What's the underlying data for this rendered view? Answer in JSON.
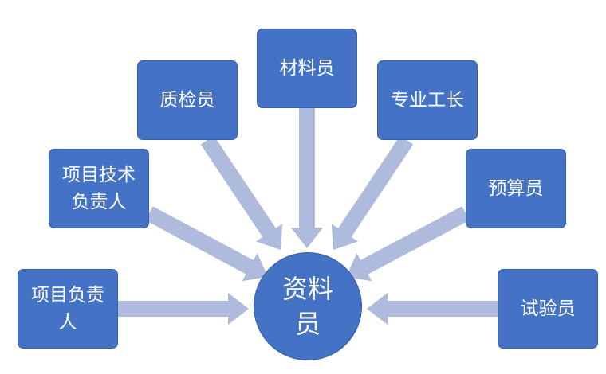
{
  "colors": {
    "box_fill": "#4472c4",
    "arrow_fill": "#aebbdc"
  },
  "center": {
    "label": "资料员"
  },
  "nodes": [
    {
      "label": "项目负责人"
    },
    {
      "label": "项目技术负责人"
    },
    {
      "label": "质检员"
    },
    {
      "label": "材料员"
    },
    {
      "label": "专业工长"
    },
    {
      "label": "预算员"
    },
    {
      "label": "试验员"
    }
  ]
}
